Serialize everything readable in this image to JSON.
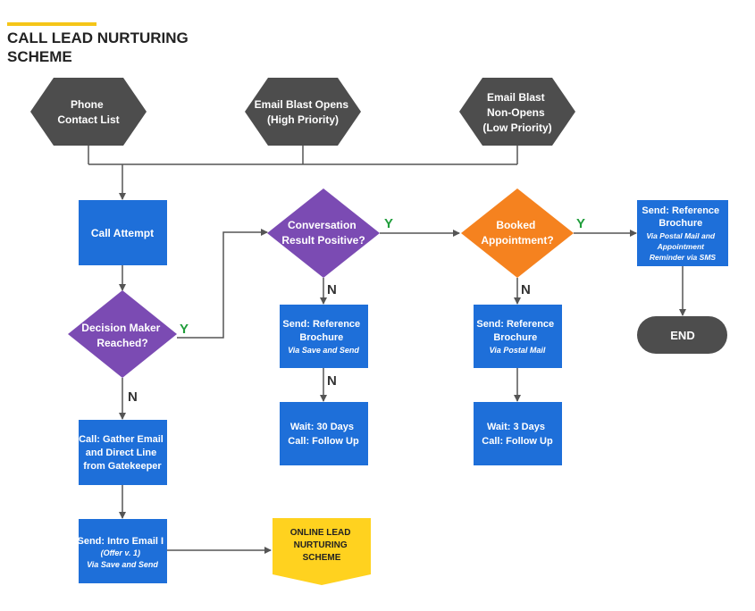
{
  "title": {
    "line1": "CALL LEAD NURTURING",
    "line2": "SCHEME"
  },
  "colors": {
    "accent_bar": "#f5c518",
    "hexagon": "#4d4d4d",
    "process": "#1e6fd9",
    "decision_purple": "#7b4bb3",
    "decision_orange": "#f5821f",
    "end_pill": "#4d4d4d",
    "yes_label": "#1f9d3a",
    "offpage": "#ffd21f"
  },
  "sources": {
    "phone": [
      "Phone",
      "Contact List"
    ],
    "opens": [
      "Email Blast Opens",
      "(High Priority)"
    ],
    "nonopens": [
      "Email Blast",
      "Non-Opens",
      "(Low Priority)"
    ]
  },
  "nodes": {
    "call_attempt": "Call Attempt",
    "decision_maker": [
      "Decision Maker",
      "Reached?"
    ],
    "conversation": [
      "Conversation",
      "Result Positive?"
    ],
    "booked": [
      "Booked",
      "Appointment?"
    ],
    "gather": [
      "Call: Gather Email",
      "and Direct Line",
      "from Gatekeeper"
    ],
    "intro": {
      "line1": "Send: Intro Email I",
      "line2": "(Offer v. 1)",
      "line3": "Via Save and Send"
    },
    "online": [
      "ONLINE LEAD",
      "NURTURING",
      "SCHEME"
    ],
    "brochure_save": {
      "line1": "Send: Reference",
      "line2": "Brochure",
      "line3": "Via Save and Send"
    },
    "wait30": [
      "Wait: 30 Days",
      "Call: Follow Up"
    ],
    "brochure_postal": {
      "line1": "Send: Reference",
      "line2": "Brochure",
      "line3": "Via Postal Mail"
    },
    "wait3": [
      "Wait: 3 Days",
      "Call: Follow Up"
    ],
    "brochure_sms": {
      "line1": "Send: Reference",
      "line2": "Brochure",
      "line3": "Via Postal Mail and",
      "line4": "Appointment",
      "line5": "Reminder via SMS"
    },
    "end": "END"
  },
  "edge_labels": {
    "yes": "Y",
    "no": "N"
  }
}
